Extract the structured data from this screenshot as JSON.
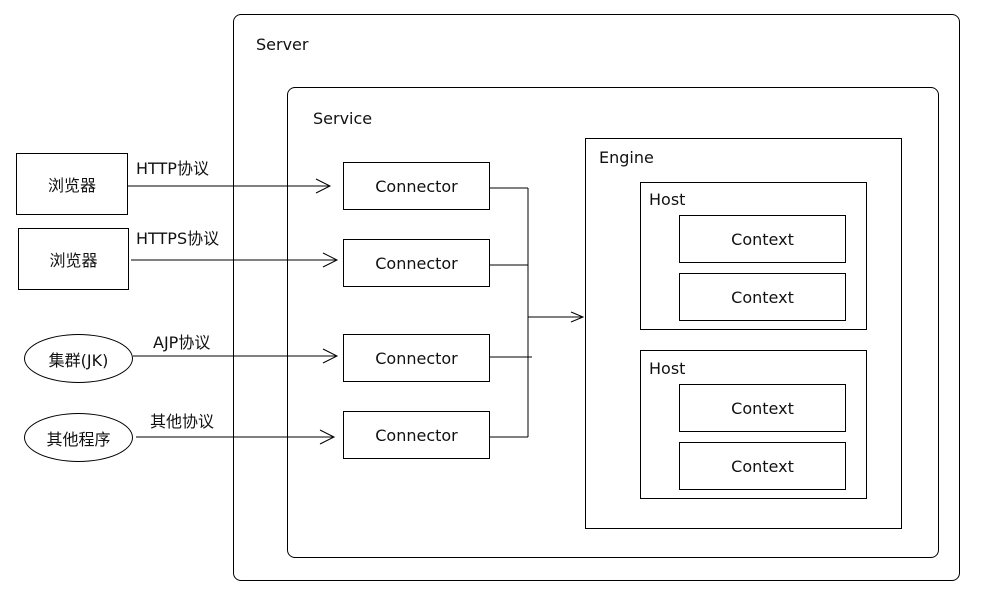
{
  "server": {
    "title": "Server"
  },
  "service": {
    "title": "Service"
  },
  "engine": {
    "title": "Engine"
  },
  "hosts": [
    {
      "title": "Host",
      "contexts": [
        "Context",
        "Context"
      ]
    },
    {
      "title": "Host",
      "contexts": [
        "Context",
        "Context"
      ]
    }
  ],
  "clients": [
    {
      "label": "浏览器",
      "protocol": "HTTP协议",
      "shape": "rectangle"
    },
    {
      "label": "浏览器",
      "protocol": "HTTPS协议",
      "shape": "rectangle"
    },
    {
      "label": "集群(JK)",
      "protocol": "AJP协议",
      "shape": "ellipse"
    },
    {
      "label": "其他程序",
      "protocol": "其他协议",
      "shape": "ellipse"
    }
  ],
  "connectors": [
    "Connector",
    "Connector",
    "Connector",
    "Connector"
  ]
}
